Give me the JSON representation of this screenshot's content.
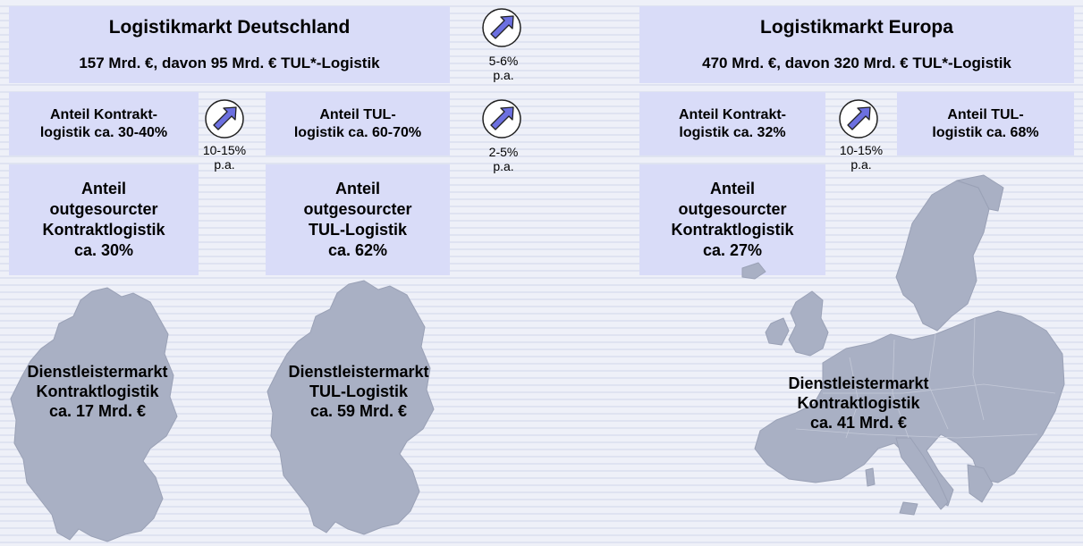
{
  "germany": {
    "title": "Logistikmarkt Deutschland",
    "subtitle": "157 Mrd. €, davon 95 Mrd. € TUL*-Logistik",
    "contract_share": [
      "Anteil Kontrakt-",
      "logistik ca. 30-40%"
    ],
    "tul_share": [
      "Anteil TUL-",
      "logistik ca. 60-70%"
    ],
    "contract_growth": [
      "10-15%",
      "p.a."
    ],
    "outsourced_contract": [
      "Anteil",
      "outgesourcter",
      "Kontraktlogistik",
      "ca. 30%"
    ],
    "outsourced_tul": [
      "Anteil",
      "outgesourcter",
      "TUL-Logistik",
      "ca. 62%"
    ],
    "market_contract": [
      "Dienstleistermarkt",
      "Kontraktlogistik",
      "ca. 17 Mrd. €"
    ],
    "market_tul": [
      "Dienstleistermarkt",
      "TUL-Logistik",
      "ca. 59 Mrd. €"
    ]
  },
  "center": {
    "overall_growth": [
      "5-6%",
      "p.a."
    ],
    "tul_growth": [
      "2-5%",
      "p.a."
    ]
  },
  "europe": {
    "title": "Logistikmarkt Europa",
    "subtitle": "470 Mrd. €, davon 320 Mrd. € TUL*-Logistik",
    "contract_share": [
      "Anteil Kontrakt-",
      "logistik ca. 32%"
    ],
    "tul_share": [
      "Anteil TUL-",
      "logistik ca. 68%"
    ],
    "contract_growth": [
      "10-15%",
      "p.a."
    ],
    "outsourced_contract": [
      "Anteil",
      "outgesourcter",
      "Kontraktlogistik",
      "ca. 27%"
    ],
    "market_contract": [
      "Dienstleistermarkt",
      "Kontraktlogistik",
      "ca. 41 Mrd. €"
    ]
  },
  "colors": {
    "box_fill": "#d9dcf8",
    "map_fill": "#a9b0c4",
    "arrow_fill": "#6c70e0",
    "background": "#eceef7"
  },
  "icons": [
    "growth-arrow-icon",
    "germany-map-icon",
    "europe-map-icon"
  ]
}
